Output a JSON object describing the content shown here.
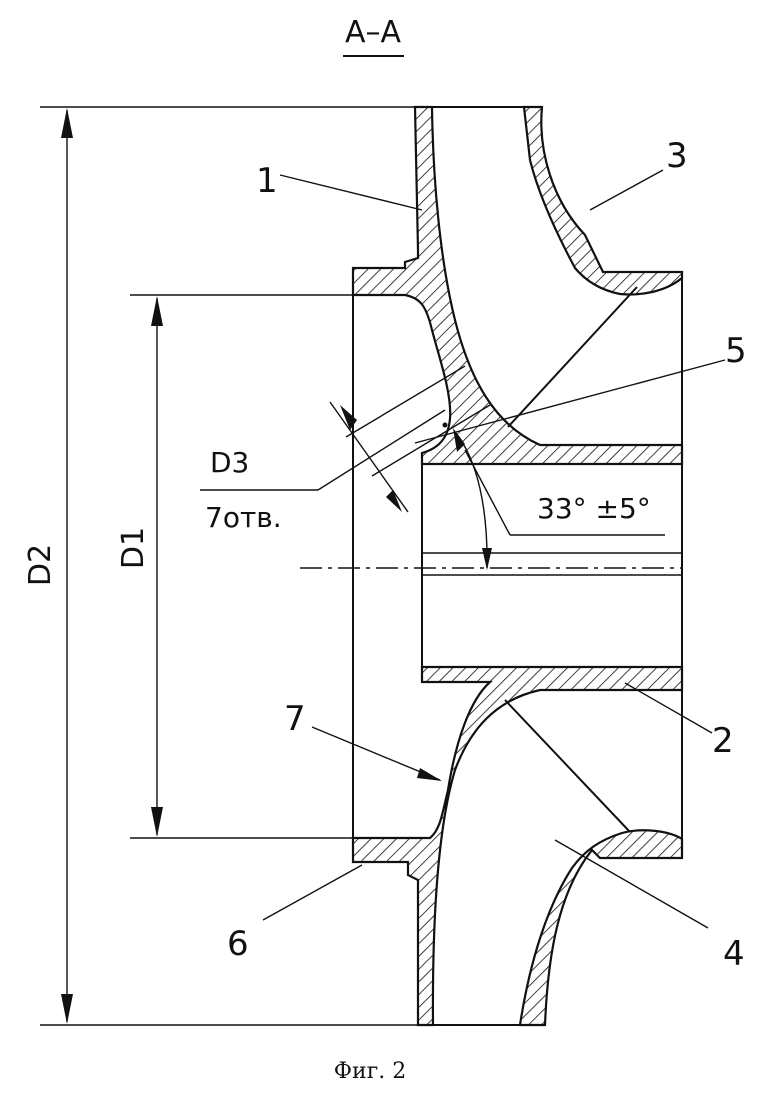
{
  "section_title": "A–A",
  "caption": "Фиг. 2",
  "dimensions": {
    "d2": "D2",
    "d1": "D1",
    "d3": "D3",
    "holes": "7отв.",
    "angle": "33° ±5°"
  },
  "callouts": [
    "1",
    "2",
    "3",
    "4",
    "5",
    "6",
    "7"
  ]
}
